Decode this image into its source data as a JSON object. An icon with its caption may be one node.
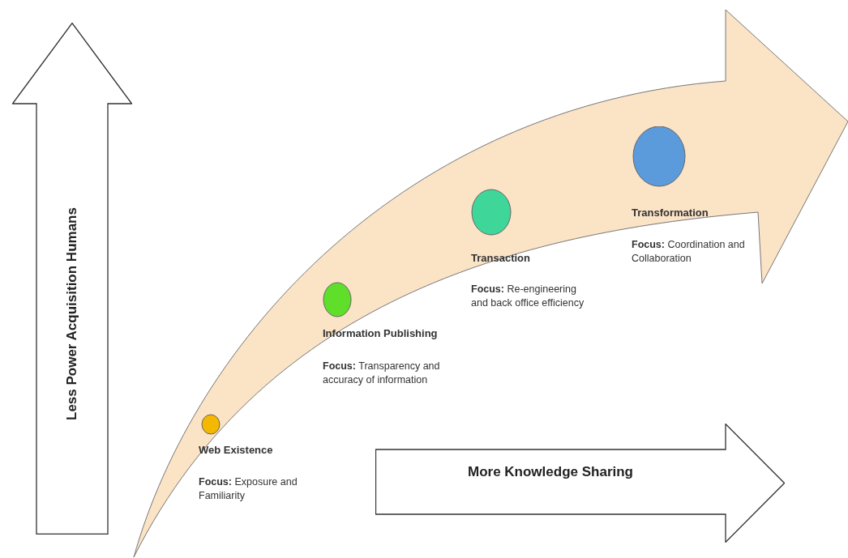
{
  "diagram": {
    "nodes": [
      {
        "text": [
          "Less Power Acquisition Humans"
        ]
      },
      {
        "text": [
          "Web Existence",
          "**Focus:** Exposure and Familiarity"
        ]
      },
      {
        "text": [
          "Information Publishing",
          "**Focus:** Transparency and accuracy of information"
        ]
      },
      {
        "text": [
          "Transaction",
          "**Focus:** Re-engineering and back office efficiency"
        ]
      },
      {
        "text": [
          "Transformation",
          "**Focus:** Coordination and Collaboration"
        ]
      },
      {
        "text": [
          "More Knowledge Sharing"
        ]
      }
    ]
  }
}
